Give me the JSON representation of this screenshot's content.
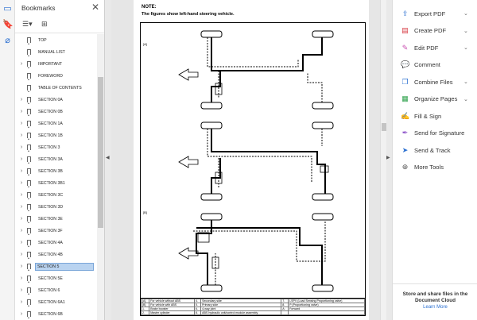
{
  "bookmarks": {
    "title": "Bookmarks",
    "items": [
      {
        "label": "TOP",
        "expandable": false,
        "selected": false
      },
      {
        "label": "MANUAL LIST",
        "expandable": false,
        "selected": false
      },
      {
        "label": "IMPORTANT",
        "expandable": true,
        "selected": false
      },
      {
        "label": "FOREWORD",
        "expandable": false,
        "selected": false
      },
      {
        "label": "TABLE OF CONTENTS",
        "expandable": false,
        "selected": false
      },
      {
        "label": "SECTION 0A",
        "expandable": true,
        "selected": false
      },
      {
        "label": "SECTION 0B",
        "expandable": true,
        "selected": false
      },
      {
        "label": "SECTION 1A",
        "expandable": true,
        "selected": false
      },
      {
        "label": "SECTION 1B",
        "expandable": true,
        "selected": false
      },
      {
        "label": "SECTION 3",
        "expandable": true,
        "selected": false
      },
      {
        "label": "SECTION 3A",
        "expandable": true,
        "selected": false
      },
      {
        "label": "SECTION 3B",
        "expandable": true,
        "selected": false
      },
      {
        "label": "SECTION 3B1",
        "expandable": true,
        "selected": false
      },
      {
        "label": "SECTION 3C",
        "expandable": true,
        "selected": false
      },
      {
        "label": "SECTION 3D",
        "expandable": true,
        "selected": false
      },
      {
        "label": "SECTION 3E",
        "expandable": true,
        "selected": false
      },
      {
        "label": "SECTION 3F",
        "expandable": true,
        "selected": false
      },
      {
        "label": "SECTION 4A",
        "expandable": true,
        "selected": false
      },
      {
        "label": "SECTION 4B",
        "expandable": true,
        "selected": false
      },
      {
        "label": "SECTION 5",
        "expandable": true,
        "selected": true
      },
      {
        "label": "SECTION 5E",
        "expandable": true,
        "selected": false
      },
      {
        "label": "SECTION 6",
        "expandable": true,
        "selected": false
      },
      {
        "label": "SECTION 6A1",
        "expandable": true,
        "selected": false
      },
      {
        "label": "SECTION 6B",
        "expandable": true,
        "selected": false
      }
    ]
  },
  "document": {
    "note": "NOTE:",
    "subtitle": "The figures show left-hand steering vehicle.",
    "legend": [
      [
        "[A]",
        "For vehicle without ABS",
        "4.",
        "Secondary side",
        "7.",
        "LSPV (Load Sensing Proportioning valve)"
      ],
      [
        "[B]",
        "For vehicle with ABS",
        "5.",
        "Primary side",
        "8.",
        "P (Proportioning valve)"
      ],
      [
        "1.",
        "Brake booster",
        "6.",
        "4-way joint",
        "A:",
        "Forward"
      ],
      [
        "2.",
        "Master cylinder",
        "8.",
        "ABS hydraulic unit/control module assembly",
        "",
        ""
      ]
    ]
  },
  "tools": {
    "items": [
      {
        "label": "Export PDF",
        "icon": "export-pdf-icon",
        "color": "#2a6fd1",
        "collapsible": true
      },
      {
        "label": "Create PDF",
        "icon": "create-pdf-icon",
        "color": "#d7373f",
        "collapsible": true
      },
      {
        "label": "Edit PDF",
        "icon": "edit-pdf-icon",
        "color": "#c94fb0",
        "collapsible": true
      },
      {
        "label": "Comment",
        "icon": "comment-icon",
        "color": "#e5a832",
        "collapsible": false
      },
      {
        "label": "Combine Files",
        "icon": "combine-files-icon",
        "color": "#2a6fd1",
        "collapsible": true
      },
      {
        "label": "Organize Pages",
        "icon": "organize-pages-icon",
        "color": "#2fa24d",
        "collapsible": true
      },
      {
        "label": "Fill & Sign",
        "icon": "fill-sign-icon",
        "color": "#8a50c8",
        "collapsible": false
      },
      {
        "label": "Send for Signature",
        "icon": "send-signature-icon",
        "color": "#8a50c8",
        "collapsible": false
      },
      {
        "label": "Send & Track",
        "icon": "send-track-icon",
        "color": "#2a6fd1",
        "collapsible": false
      },
      {
        "label": "More Tools",
        "icon": "more-tools-icon",
        "color": "#555555",
        "collapsible": false
      }
    ],
    "footer_line1": "Store and share files in the",
    "footer_line2": "Document Cloud",
    "learn_more": "Learn More"
  }
}
